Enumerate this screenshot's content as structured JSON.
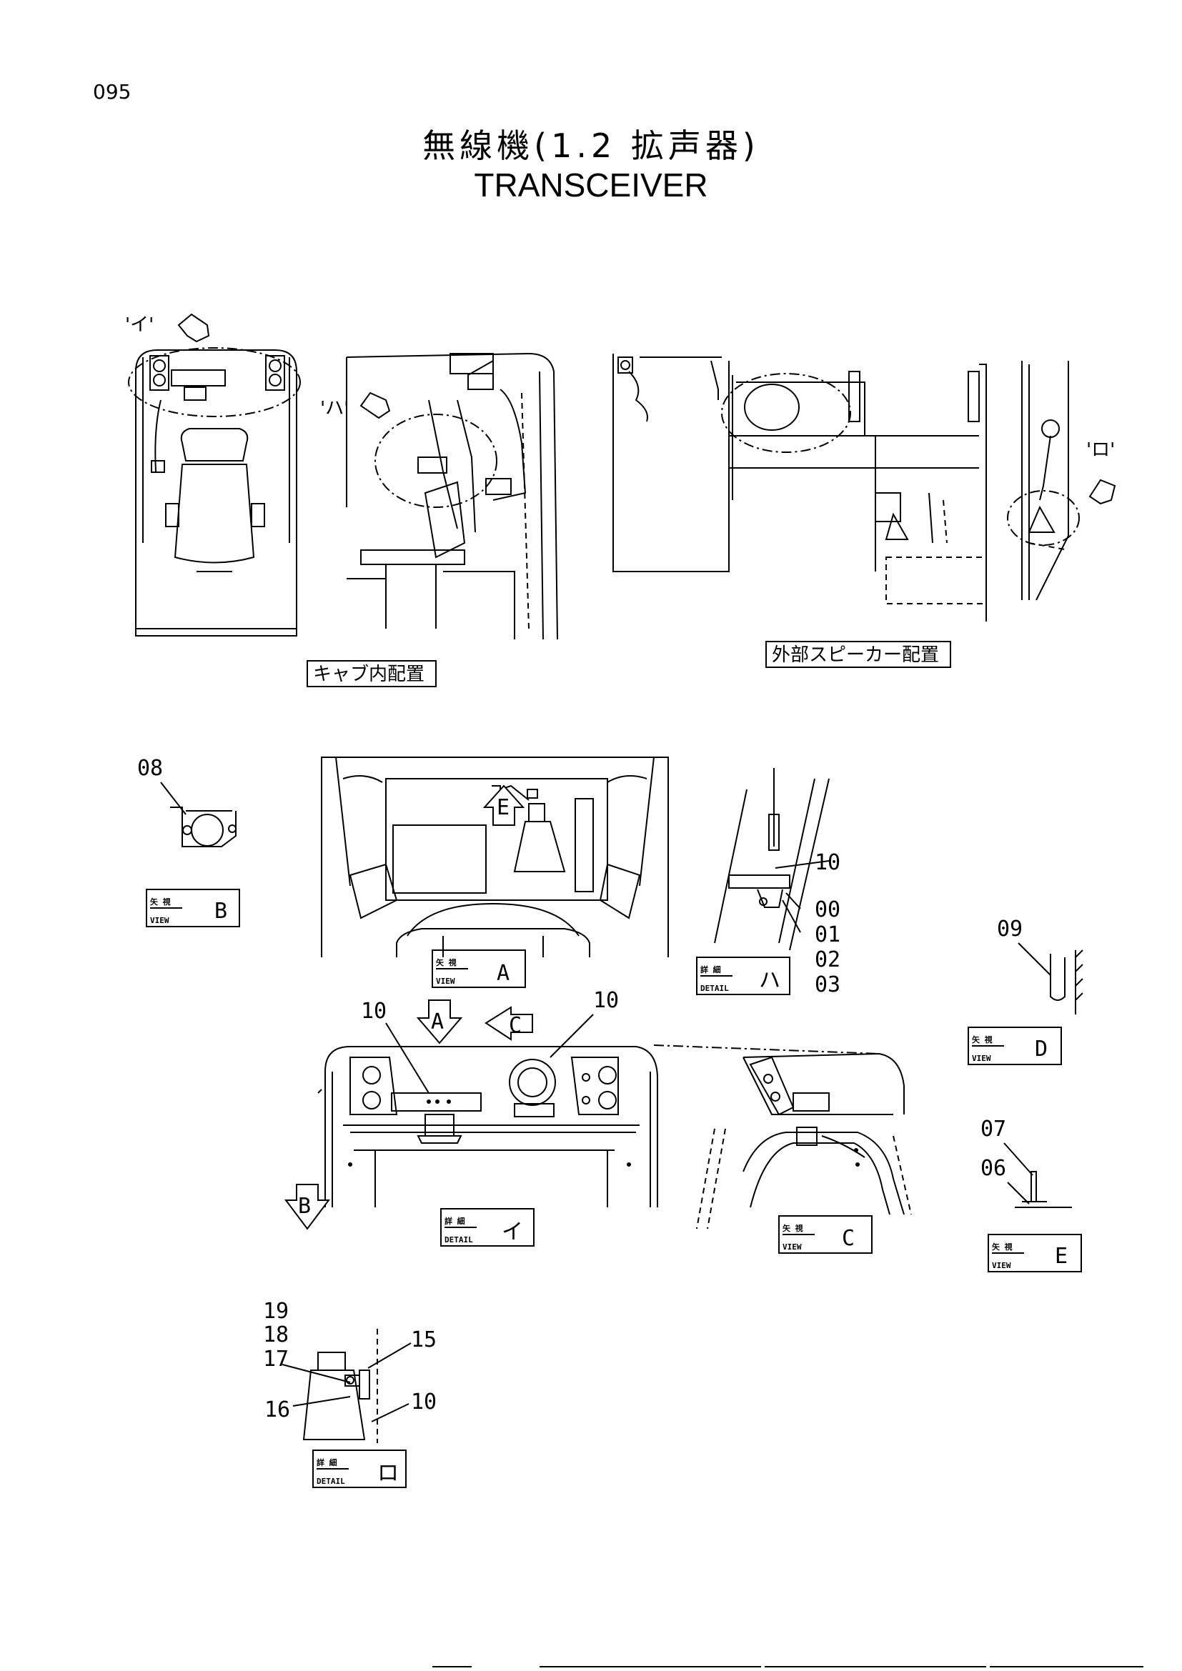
{
  "page_number": "095",
  "title": {
    "jp": "無線機(1.2 拡声器)",
    "en": "TRANSCEIVER"
  },
  "section_labels": {
    "cab_layout": "キャブ内配置",
    "external_speaker_layout": "外部スピーカー配置"
  },
  "detail_markers": {
    "i": "'イ'",
    "ha": "'ハ'",
    "ro": "'ロ'"
  },
  "view_tags": {
    "view_word": "VIEW",
    "detail_word": "DETAIL",
    "view_jp": "矢 視",
    "detail_jp": "詳 細",
    "view_b": "B",
    "view_a": "A",
    "view_c": "C",
    "view_d": "D",
    "view_e": "E",
    "detail_ha": "ハ",
    "detail_i": "イ",
    "detail_ro": "ロ"
  },
  "arrow_labels": {
    "a": "A",
    "b": "B",
    "c": "C",
    "e": "E"
  },
  "part_numbers": {
    "p08": "08",
    "p10_antenna": "10",
    "p00": "00",
    "p01": "01",
    "p02": "02",
    "p03": "03",
    "p09": "09",
    "p10_left": "10",
    "p10_right": "10",
    "p07": "07",
    "p06": "06",
    "p19": "19",
    "p18": "18",
    "p17": "17",
    "p15": "15",
    "p16": "16",
    "p10_speaker": "10"
  },
  "icons": [
    "pointing-hand-icon",
    "direction-arrow-icon"
  ]
}
